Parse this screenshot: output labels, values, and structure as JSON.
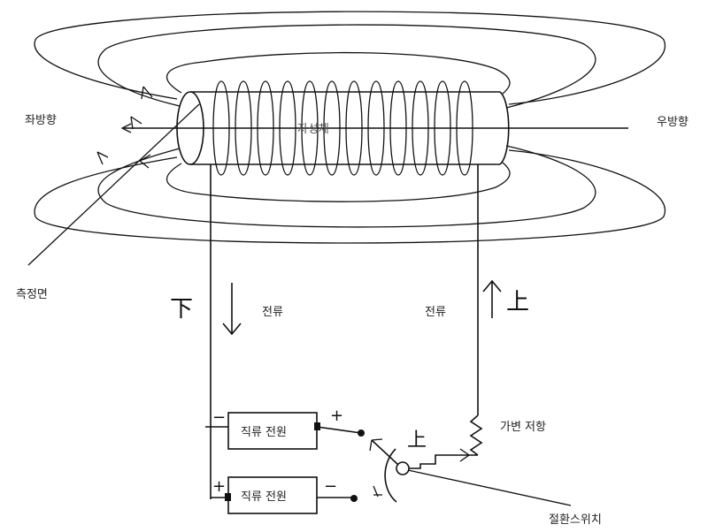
{
  "labels": {
    "left_direction": "좌방향",
    "right_direction": "우방향",
    "magnetic_body": "자성체",
    "measurement_plane": "측정면",
    "down": "下",
    "up": "上",
    "current_left": "전류",
    "current_right": "전류",
    "dc_power_top": "직류 전원",
    "dc_power_bottom": "직류 전원",
    "variable_resistor": "가변 저항",
    "switch_up": "上",
    "changeover_switch": "절환스위치",
    "plus": "+",
    "minus": "−"
  }
}
